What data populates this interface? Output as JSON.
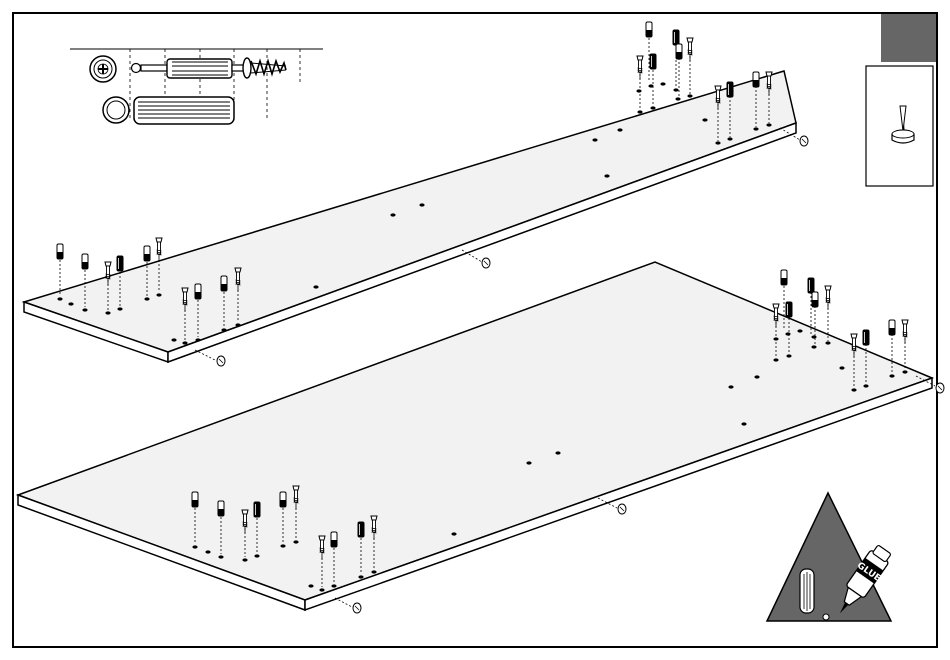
{
  "page": {
    "background": "#ffffff",
    "line_color": "#000000",
    "panel_fill": "#f2f2f2",
    "accent_gray": "#666666"
  },
  "step_marker": {
    "icon": "gray-square-marker",
    "color": "#666666"
  },
  "tool_box": {
    "icon": "pushpin-awl-icon"
  },
  "parts_legend": {
    "items": [
      {
        "icon": "cam-lock-screw-icon"
      },
      {
        "icon": "wooden-dowel-icon"
      }
    ]
  },
  "glue_warning": {
    "icon": "glue-bottle-icon",
    "label": "GLUE",
    "triangle_color": "#666666"
  },
  "panels": [
    {
      "name": "upper-panel"
    },
    {
      "name": "lower-panel"
    }
  ]
}
